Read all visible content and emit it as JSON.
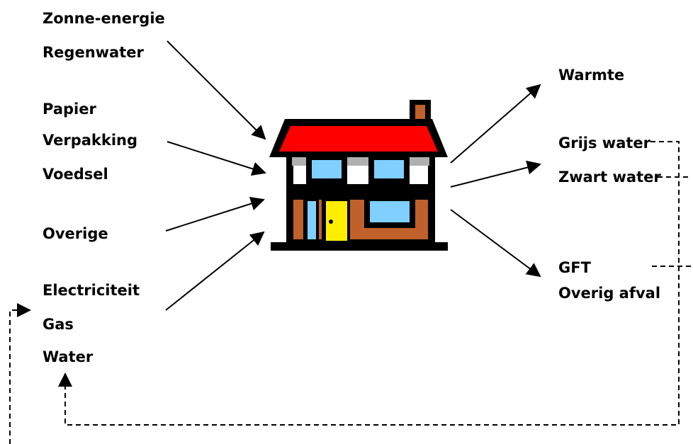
{
  "inputs": {
    "group1": [
      "Zonne-energie",
      "Regenwater"
    ],
    "group2": [
      "Papier",
      "Verpakking",
      "Voedsel"
    ],
    "group3": [
      "Overige"
    ],
    "group4": [
      "Electriciteit",
      "Gas",
      "Water"
    ]
  },
  "outputs": {
    "heat": "Warmte",
    "grey_water": "Grijs water",
    "black_water": "Zwart water",
    "gft": "GFT",
    "other_waste": "Overig afval"
  },
  "colors": {
    "roof": "#ff0000",
    "wall": "#c0602a",
    "door": "#ffee00",
    "glass": "#7fd0ff",
    "chimney": "#c0602a",
    "outline": "#000000",
    "upper_wall": "#ffffff",
    "eave": "#b0b0b0"
  },
  "icons": {
    "house": "house-icon"
  }
}
